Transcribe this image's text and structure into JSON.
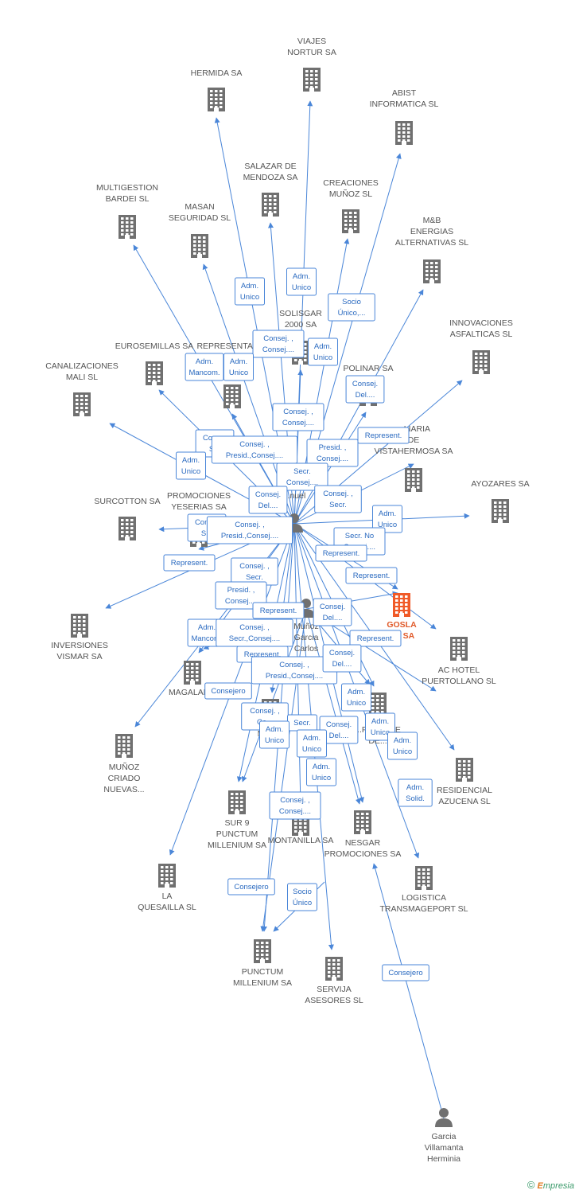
{
  "companies": [
    {
      "id": "viajes",
      "lines": [
        "VIAJES",
        "NORTUR SA"
      ]
    },
    {
      "id": "hermida",
      "lines": [
        "HERMIDA SA"
      ]
    },
    {
      "id": "abist",
      "lines": [
        "ABIST",
        "INFORMATICA SL"
      ]
    },
    {
      "id": "salazar",
      "lines": [
        "SALAZAR DE",
        "MENDOZA SA"
      ]
    },
    {
      "id": "creaciones",
      "lines": [
        "CREACIONES",
        "MUÑOZ SL"
      ]
    },
    {
      "id": "multigestion",
      "lines": [
        "MULTIGESTION",
        "BARDEI  SL"
      ]
    },
    {
      "id": "masan",
      "lines": [
        "MASAN",
        "SEGURIDAD SL"
      ]
    },
    {
      "id": "mb",
      "lines": [
        "M&B",
        "ENERGIAS",
        "ALTERNATIVAS SL"
      ]
    },
    {
      "id": "solisgar",
      "lines": [
        "SOLISGAR",
        "2000 SA"
      ]
    },
    {
      "id": "innovaciones",
      "lines": [
        "INNOVACIONES",
        "ASFALTICAS SL"
      ]
    },
    {
      "id": "eurosemillas",
      "lines": [
        "EUROSEMILLAS SA"
      ]
    },
    {
      "id": "representaciones",
      "lines": [
        "REPRESENTACIO",
        "...",
        "...A"
      ]
    },
    {
      "id": "canalizaciones",
      "lines": [
        "CANALIZACIONES",
        "MALI SL"
      ]
    },
    {
      "id": "polinar",
      "lines": [
        "POLINAR SA"
      ]
    },
    {
      "id": "inmobiliaria",
      "lines": [
        "...LIARIA",
        "DE",
        "VISTAHERMOSA SA"
      ]
    },
    {
      "id": "ayozares",
      "lines": [
        "AYOZARES SA"
      ]
    },
    {
      "id": "surcotton",
      "lines": [
        "SURCOTTON SA"
      ]
    },
    {
      "id": "promociones",
      "lines": [
        "PROMOCIONES",
        "YESERIAS SA"
      ]
    },
    {
      "id": "gosla",
      "lines": [
        "GOSLA",
        "...L SA"
      ],
      "focus": true
    },
    {
      "id": "inversiones",
      "lines": [
        "INVERSIONES",
        "VISMAR SA"
      ]
    },
    {
      "id": "achotel",
      "lines": [
        "AC HOTEL",
        "PUERTOLLANO SL"
      ]
    },
    {
      "id": "magalar",
      "lines": [
        "MAGALAR..."
      ]
    },
    {
      "id": "meg",
      "lines": [
        "MEG..."
      ]
    },
    {
      "id": "financie",
      "lines": [
        "...FINANCIE",
        "DE..."
      ]
    },
    {
      "id": "munozcriado",
      "lines": [
        "MUÑOZ",
        "CRIADO",
        "NUEVAS..."
      ]
    },
    {
      "id": "residencial",
      "lines": [
        "RESIDENCIAL",
        "AZUCENA SL"
      ]
    },
    {
      "id": "sur9",
      "lines": [
        "SUR 9",
        "PUNCTUM",
        "MILLENIUM SA"
      ]
    },
    {
      "id": "montanilla",
      "lines": [
        "MONTANILLA SA"
      ]
    },
    {
      "id": "nesgar",
      "lines": [
        "NESGAR",
        "PROMOCIONES SA"
      ]
    },
    {
      "id": "laquesailla",
      "lines": [
        "LA",
        "QUESAILLA SL"
      ]
    },
    {
      "id": "logistica",
      "lines": [
        "LOGISTICA",
        "TRANSMAGEPORT SL"
      ]
    },
    {
      "id": "punctum",
      "lines": [
        "PUNCTUM",
        "MILLENIUM SA"
      ]
    },
    {
      "id": "servija",
      "lines": [
        "SERVIJA",
        "ASESORES  SL"
      ]
    }
  ],
  "persons": [
    {
      "id": "manuel",
      "lines": [
        "M...",
        "G...",
        "...nuel"
      ]
    },
    {
      "id": "carlos",
      "lines": [
        "Muñoz",
        "Garcia",
        "Carlos"
      ]
    },
    {
      "id": "herminia",
      "lines": [
        "Garcia",
        "Villamanta",
        "Herminia"
      ]
    }
  ],
  "edge_labels": [
    {
      "id": "l1",
      "lines": [
        "Adm.",
        "Unico"
      ]
    },
    {
      "id": "l2",
      "lines": [
        "Adm.",
        "Unico"
      ]
    },
    {
      "id": "l3",
      "lines": [
        "Socio",
        "Único,..."
      ]
    },
    {
      "id": "l4",
      "lines": [
        "Consej. ,",
        "Consej...."
      ]
    },
    {
      "id": "l5",
      "lines": [
        "Adm.",
        "Unico"
      ]
    },
    {
      "id": "l6",
      "lines": [
        "Adm.",
        "Mancom."
      ]
    },
    {
      "id": "l7",
      "lines": [
        "Adm.",
        "Unico"
      ]
    },
    {
      "id": "l8",
      "lines": [
        "Consej.",
        "Del...."
      ]
    },
    {
      "id": "l9",
      "lines": [
        "Consej. ,",
        "Consej...."
      ]
    },
    {
      "id": "l10",
      "lines": [
        "Represent."
      ]
    },
    {
      "id": "l11",
      "lines": [
        "Cons...",
        "S..."
      ]
    },
    {
      "id": "l12",
      "lines": [
        "Consej. ,",
        "Presid.,Consej...."
      ]
    },
    {
      "id": "l13",
      "lines": [
        "Presid. ,",
        "Consej...."
      ]
    },
    {
      "id": "l14",
      "lines": [
        "Adm.",
        "Unico"
      ]
    },
    {
      "id": "l15",
      "lines": [
        "Secr.",
        "Consej...."
      ]
    },
    {
      "id": "l16",
      "lines": [
        "Consej.",
        "Del...."
      ]
    },
    {
      "id": "l17",
      "lines": [
        "Consej. ,",
        "Secr."
      ]
    },
    {
      "id": "l18",
      "lines": [
        "Adm.",
        "Unico"
      ]
    },
    {
      "id": "l19",
      "lines": [
        "Cons...",
        "S..."
      ]
    },
    {
      "id": "l20",
      "lines": [
        "Consej. ,",
        "Presid.,Consej...."
      ]
    },
    {
      "id": "l21",
      "lines": [
        "Secr. No",
        "Consej...."
      ]
    },
    {
      "id": "l22",
      "lines": [
        "Represent."
      ]
    },
    {
      "id": "l23",
      "lines": [
        "Represent."
      ]
    },
    {
      "id": "l24",
      "lines": [
        "Represent."
      ]
    },
    {
      "id": "l25",
      "lines": [
        "Consej. ,",
        "Secr."
      ]
    },
    {
      "id": "l26",
      "lines": [
        "Presid. ,",
        "Consej...."
      ]
    },
    {
      "id": "l27",
      "lines": [
        "Represent."
      ]
    },
    {
      "id": "l28",
      "lines": [
        "Consej.",
        "Del...."
      ]
    },
    {
      "id": "l29",
      "lines": [
        "Adm.",
        "Mancom."
      ]
    },
    {
      "id": "l30",
      "lines": [
        "Consej. ,",
        "Secr.,Consej...."
      ]
    },
    {
      "id": "l31",
      "lines": [
        "Represent."
      ]
    },
    {
      "id": "l32",
      "lines": [
        "Represent."
      ]
    },
    {
      "id": "l33",
      "lines": [
        "Consej. ,",
        "Presid.,Consej...."
      ]
    },
    {
      "id": "l34",
      "lines": [
        "Consej.",
        "Del...."
      ]
    },
    {
      "id": "l35",
      "lines": [
        "Consejero"
      ]
    },
    {
      "id": "l36",
      "lines": [
        "Adm.",
        "Unico"
      ]
    },
    {
      "id": "l37",
      "lines": [
        "Consej. ,",
        "Co..."
      ]
    },
    {
      "id": "l38",
      "lines": [
        "Secr."
      ]
    },
    {
      "id": "l39",
      "lines": [
        "Consej.",
        "Del...."
      ]
    },
    {
      "id": "l40",
      "lines": [
        "Adm.",
        "Unico"
      ]
    },
    {
      "id": "l41",
      "lines": [
        "Adm.",
        "Unico"
      ]
    },
    {
      "id": "l42",
      "lines": [
        "Adm.",
        "Unico"
      ]
    },
    {
      "id": "l43",
      "lines": [
        "Adm.",
        "Unico"
      ]
    },
    {
      "id": "l44",
      "lines": [
        "Adm.",
        "Unico"
      ]
    },
    {
      "id": "l45",
      "lines": [
        "Adm.",
        "Solid."
      ]
    },
    {
      "id": "l46",
      "lines": [
        "Consej. ,",
        "Consej...."
      ]
    },
    {
      "id": "l47",
      "lines": [
        "Consejero"
      ]
    },
    {
      "id": "l48",
      "lines": [
        "Socio",
        "Único"
      ]
    },
    {
      "id": "l49",
      "lines": [
        "Consejero"
      ]
    }
  ],
  "footer": {
    "copyright": "©",
    "brand_e": "E",
    "brand_rest": "mpresia"
  },
  "colors": {
    "building": "#707070",
    "focus_building": "#f05a28",
    "edge": "#4a86d8",
    "person": "#707070"
  }
}
